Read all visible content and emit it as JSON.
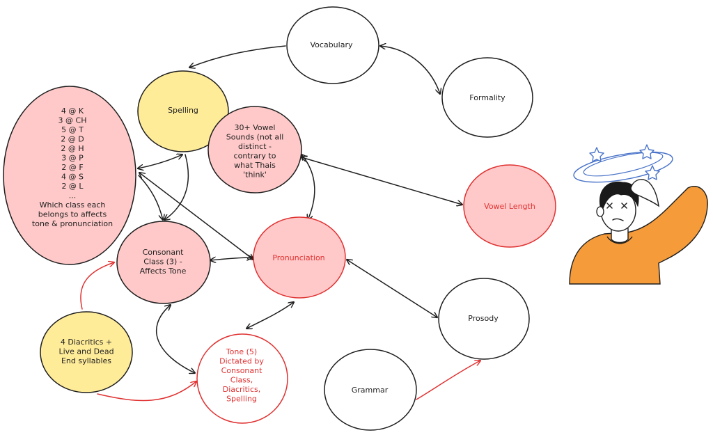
{
  "colors": {
    "ink": "#1e1e1e",
    "red_ink": "#e03131",
    "pink_fill": "#ffc9c9",
    "yellow_fill": "#ffec99",
    "white_fill": "#ffffff",
    "shirt_orange": "#f59b3a",
    "hair": "#1a1a1a",
    "skin": "#ffffff",
    "star_blue": "#4a74c9"
  },
  "nodes": {
    "vocabulary": {
      "lines": [
        "Vocabulary"
      ]
    },
    "formality": {
      "lines": [
        "Formality"
      ]
    },
    "spelling": {
      "lines": [
        "Spelling"
      ]
    },
    "consonants": {
      "lines": [
        "4 @ K",
        "3 @ CH",
        "5 @ T",
        "2 @ D",
        "2 @ H",
        "3 @ P",
        "2 @ F",
        "4 @ S",
        "2 @ L",
        "...",
        "Which class each",
        "belongs to affects",
        "tone & pronunciation"
      ]
    },
    "vowels": {
      "lines": [
        "30+ Vowel",
        "Sounds (not all",
        "distinct -",
        "contrary to",
        "what Thais",
        "'think'"
      ]
    },
    "vowel_length": {
      "lines": [
        "Vowel Length"
      ]
    },
    "consonant_class": {
      "lines": [
        "Consonant",
        "Class (3) -",
        "Affects Tone"
      ]
    },
    "pronunciation": {
      "lines": [
        "Pronunciation"
      ]
    },
    "prosody": {
      "lines": [
        "Prosody"
      ]
    },
    "diacritics": {
      "lines": [
        "4 Diacritics +",
        "Live and Dead",
        "End syllables"
      ]
    },
    "tone": {
      "lines": [
        "Tone (5)",
        "Dictated by",
        "Consonant",
        "Class,",
        "Diacritics,",
        "Spelling"
      ]
    },
    "grammar": {
      "lines": [
        "Grammar"
      ]
    }
  },
  "illustration": {
    "icon": "confused-person-icon"
  }
}
